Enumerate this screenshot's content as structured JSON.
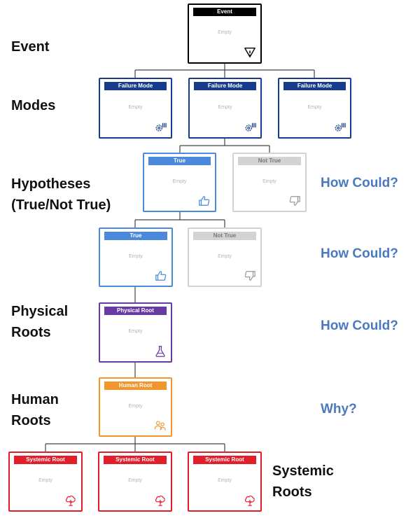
{
  "labels": {
    "event": "Event",
    "modes": "Modes",
    "hypotheses_line1": "Hypotheses",
    "hypotheses_line2": "(True/Not True)",
    "physical_line1": "Physical",
    "physical_line2": "Roots",
    "human_line1": "Human",
    "human_line2": "Roots",
    "systemic_line1": "Systemic",
    "systemic_line2": "Roots"
  },
  "questions": {
    "q1": "How Could?",
    "q2": "How Could?",
    "q3": "How Could?",
    "q4": "Why?"
  },
  "nodes": {
    "event": {
      "title": "Event",
      "body": "Empty",
      "icon": "warning-triangle-icon"
    },
    "mode1": {
      "title": "Failure Mode",
      "body": "Empty",
      "icon": "gear-alert-icon"
    },
    "mode2": {
      "title": "Failure Mode",
      "body": "Empty",
      "icon": "gear-alert-icon"
    },
    "mode3": {
      "title": "Failure Mode",
      "body": "Empty",
      "icon": "gear-alert-icon"
    },
    "hyp1_true": {
      "title": "True",
      "body": "Empty",
      "icon": "thumbs-up-icon"
    },
    "hyp1_not": {
      "title": "Not True",
      "body": "Empty",
      "icon": "thumbs-down-icon"
    },
    "hyp2_true": {
      "title": "True",
      "body": "Empty",
      "icon": "thumbs-up-icon"
    },
    "hyp2_not": {
      "title": "Not True",
      "body": "Empty",
      "icon": "thumbs-down-icon"
    },
    "physical": {
      "title": "Physical Root",
      "body": "Empty",
      "icon": "flask-icon"
    },
    "human": {
      "title": "Human Root",
      "body": "Empty",
      "icon": "people-icon"
    },
    "sys1": {
      "title": "Systemic Root",
      "body": "Empty",
      "icon": "tree-icon"
    },
    "sys2": {
      "title": "Systemic Root",
      "body": "Empty",
      "icon": "tree-icon"
    },
    "sys3": {
      "title": "Systemic Root",
      "body": "Empty",
      "icon": "tree-icon"
    }
  },
  "colors": {
    "event": "#000000",
    "mode": "#163c8e",
    "true": "#4a89db",
    "not_true": "#d3d3d3",
    "physical": "#6a3aa4",
    "human": "#f2952b",
    "systemic": "#e31e2b",
    "question": "#4a79c0"
  }
}
